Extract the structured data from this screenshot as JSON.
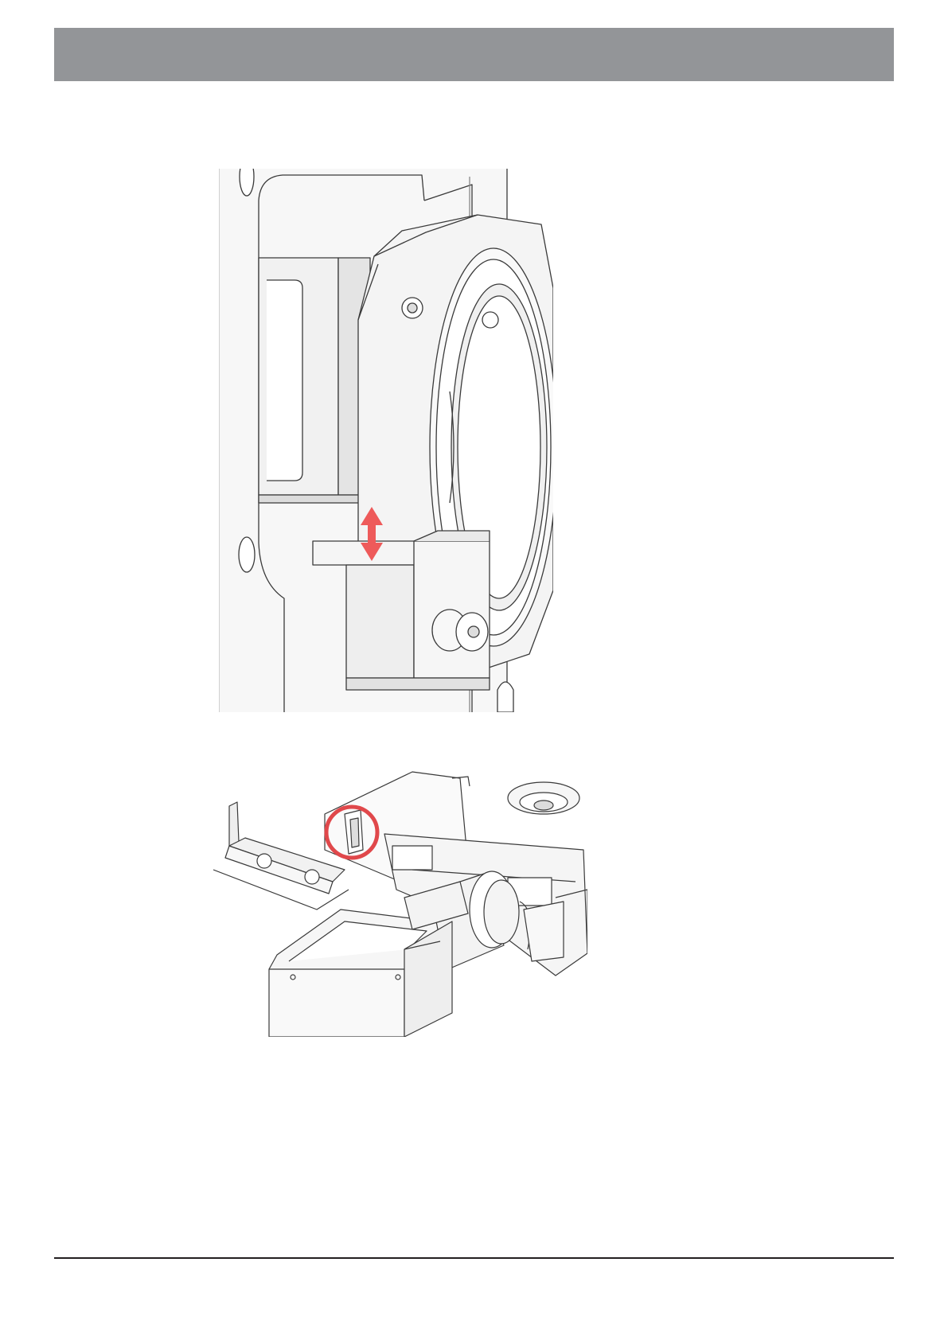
{
  "page": {
    "header_bar_color": "#939598",
    "footer_rule_color": "#231f20"
  },
  "figures": [
    {
      "id": "fig1",
      "subject": "ring-mount-on-rail",
      "annotation": {
        "type": "double-arrow",
        "color": "#ee5a5a"
      }
    },
    {
      "id": "fig2",
      "subject": "module-assembly-top-view",
      "annotation": {
        "type": "circle-highlight",
        "color": "#e0484b"
      }
    }
  ]
}
